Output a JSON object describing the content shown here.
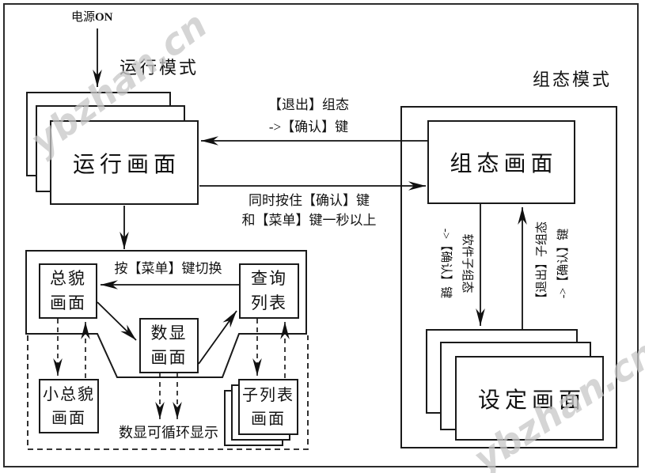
{
  "watermark": {
    "text": "ybzhan.cn"
  },
  "header": {
    "power_prefix": "电源",
    "power_bold": "ON",
    "run_mode": "运行模式",
    "config_mode": "组态模式"
  },
  "screens": {
    "run": "运行画面",
    "config": "组态画面",
    "setting": "设定画面",
    "overview_l1": "总貌",
    "overview_l2": "画面",
    "query_l1": "查询",
    "query_l2": "列表",
    "digital_l1": "数显",
    "digital_l2": "画面",
    "small_overview_l1": "小总貌",
    "small_overview_l2": "画面",
    "sublist_l1": "子列表",
    "sublist_l2": "画面"
  },
  "transitions": {
    "exit_config_l1": "【退出】组态",
    "exit_config_l2": "->【确认】键",
    "enter_config_l1": "同时按住【确认】键",
    "enter_config_l2": "和【菜单】键一秒以上",
    "menu_switch": "按【菜单】键切换",
    "digital_cycle": "数显可循环显示",
    "enter_sub_l1": "软件子组态",
    "enter_sub_l2": "->【确认】键",
    "exit_sub_l1": "【退出】子组态",
    "exit_sub_l2": "->【确认】键"
  },
  "colors": {
    "line": "#1a1a1a",
    "text": "#111111",
    "watermark": "#c8c8c8",
    "background": "#ffffff"
  }
}
